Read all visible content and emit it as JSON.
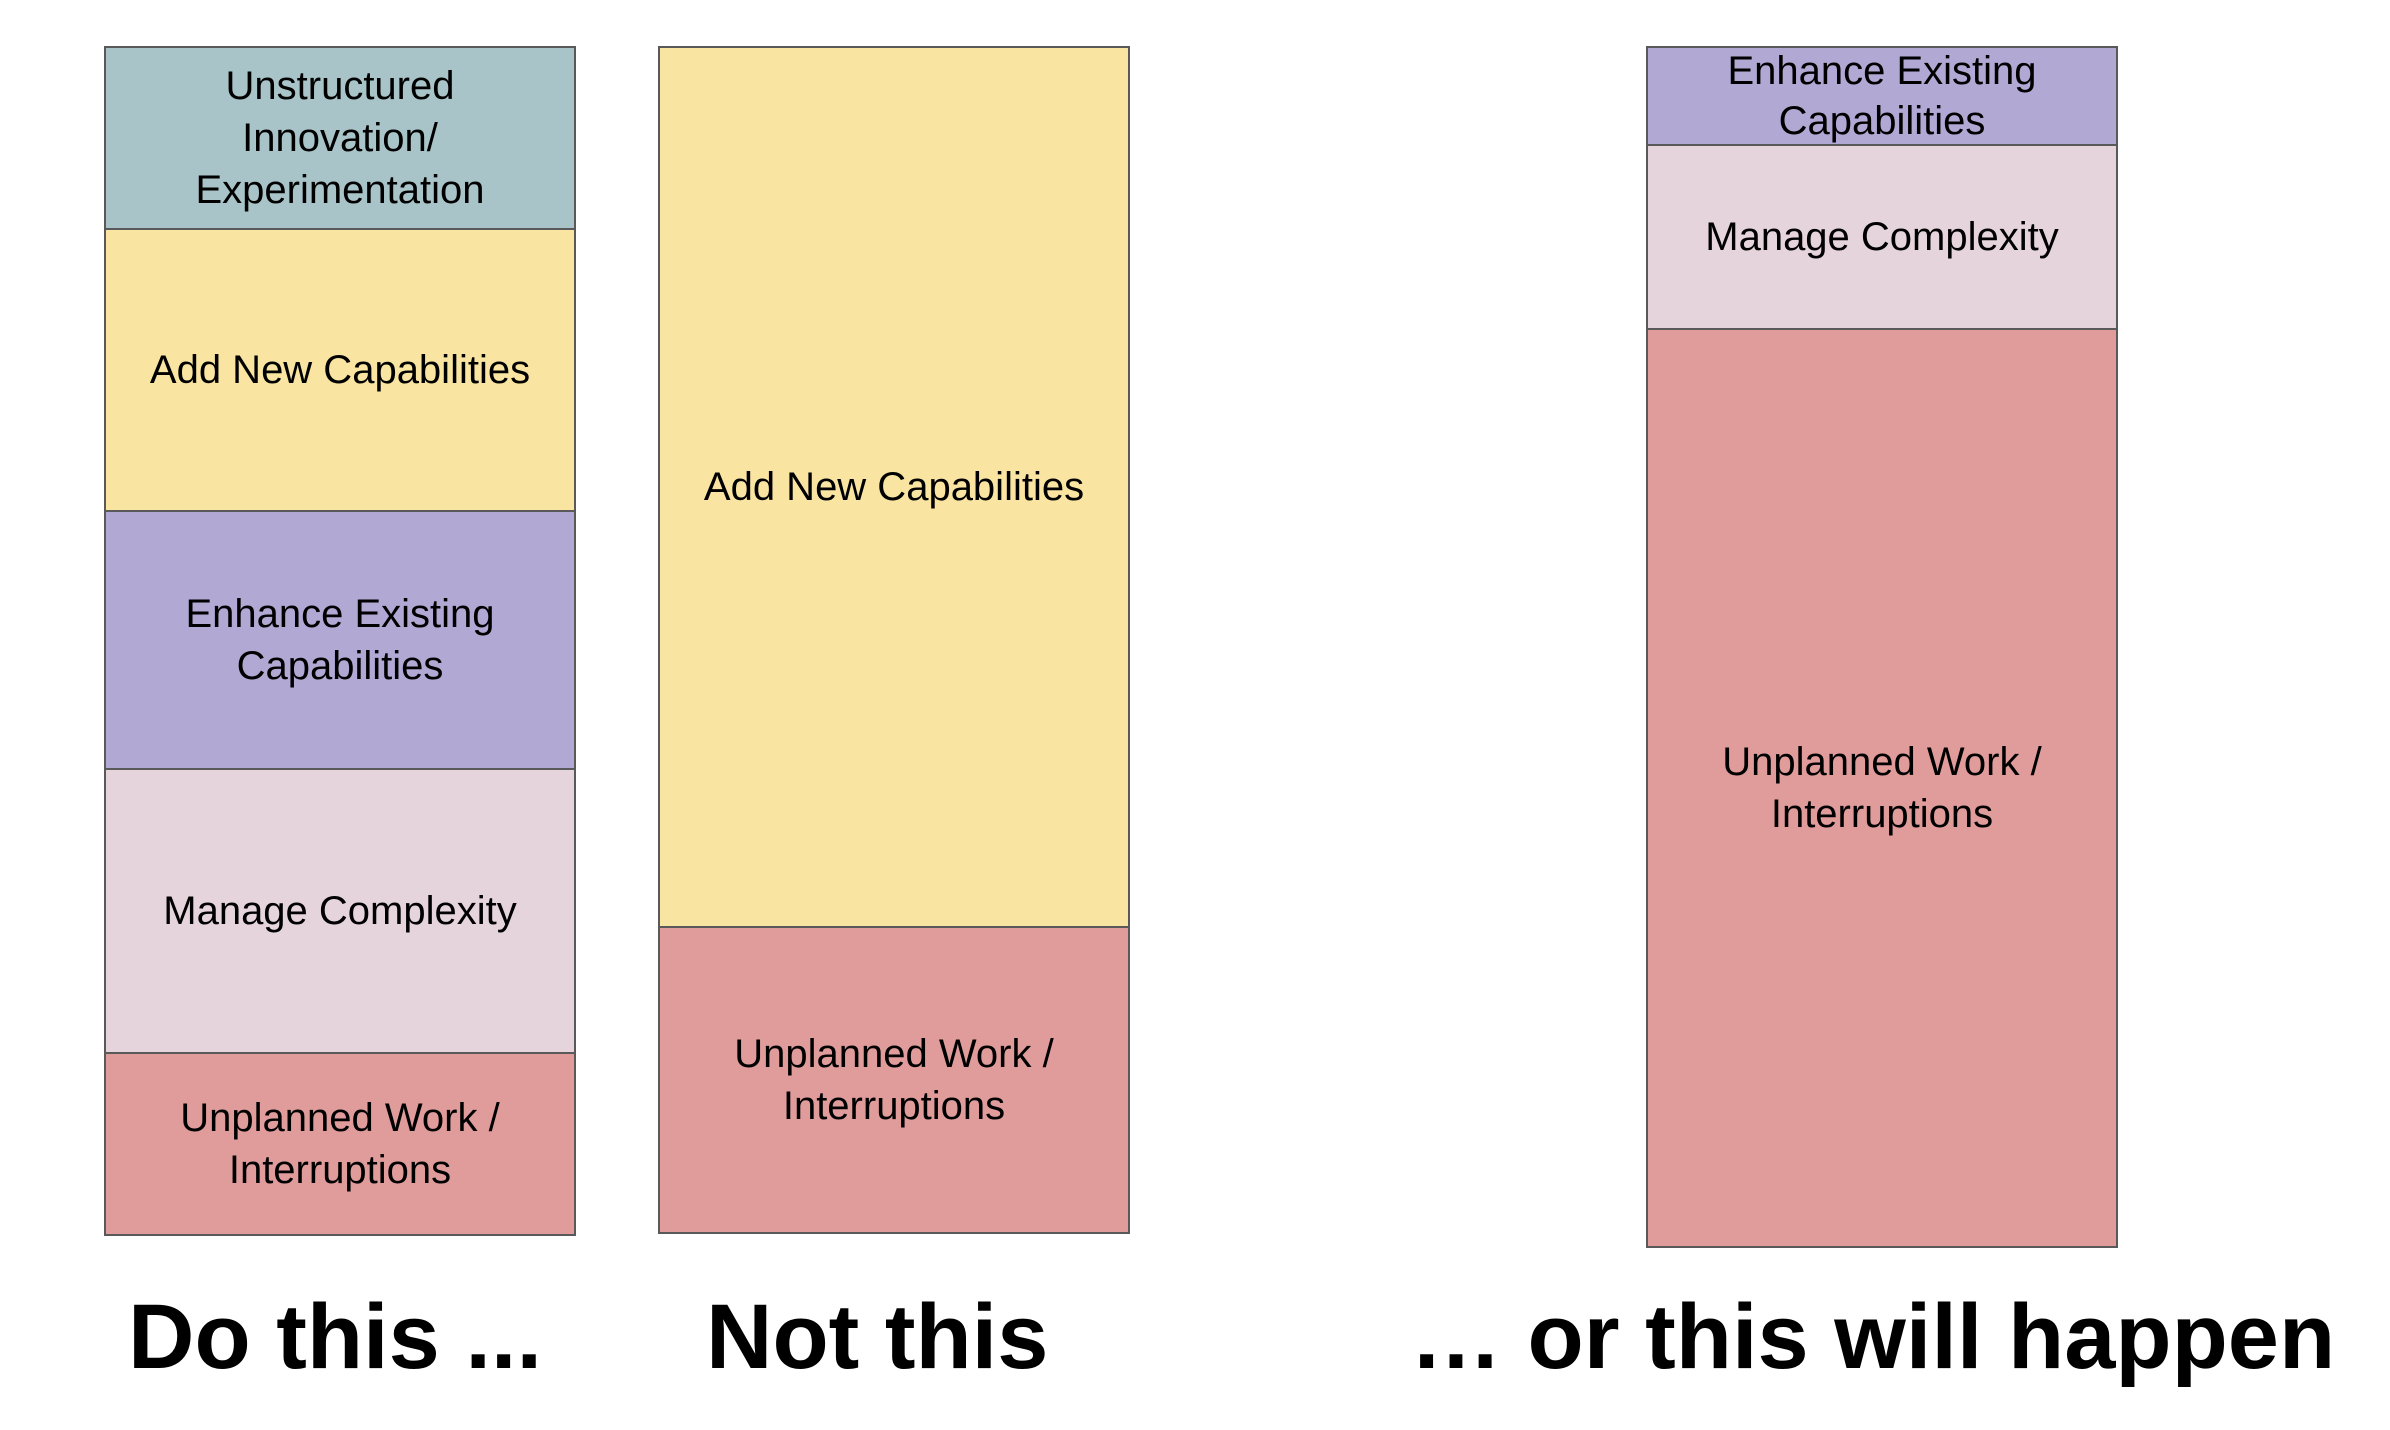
{
  "colors": {
    "innovation": "#a8c4c8",
    "add_new": "#f9e4a1",
    "enhance": "#b1a8d4",
    "manage": "#e6d4dc",
    "unplanned": "#e09b9b",
    "border": "#595959"
  },
  "columns": [
    {
      "blocks": [
        {
          "key": "innovation",
          "label": "Unstructured\nInnovation/\nExperimentation"
        },
        {
          "key": "add_new",
          "label": "Add New Capabilities"
        },
        {
          "key": "enhance",
          "label": "Enhance Existing\nCapabilities"
        },
        {
          "key": "manage",
          "label": "Manage Complexity"
        },
        {
          "key": "unplanned",
          "label": "Unplanned Work /\nInterruptions"
        }
      ],
      "caption": "Do this ..."
    },
    {
      "blocks": [
        {
          "key": "add_new",
          "label": "Add New Capabilities"
        },
        {
          "key": "unplanned",
          "label": "Unplanned Work /\nInterruptions"
        }
      ],
      "caption": "Not this"
    },
    {
      "blocks": [
        {
          "key": "enhance",
          "label": "Enhance Existing\nCapabilities"
        },
        {
          "key": "manage",
          "label": "Manage Complexity"
        },
        {
          "key": "unplanned",
          "label": "Unplanned Work /\nInterruptions"
        }
      ],
      "caption": "… or this will happen"
    }
  ]
}
